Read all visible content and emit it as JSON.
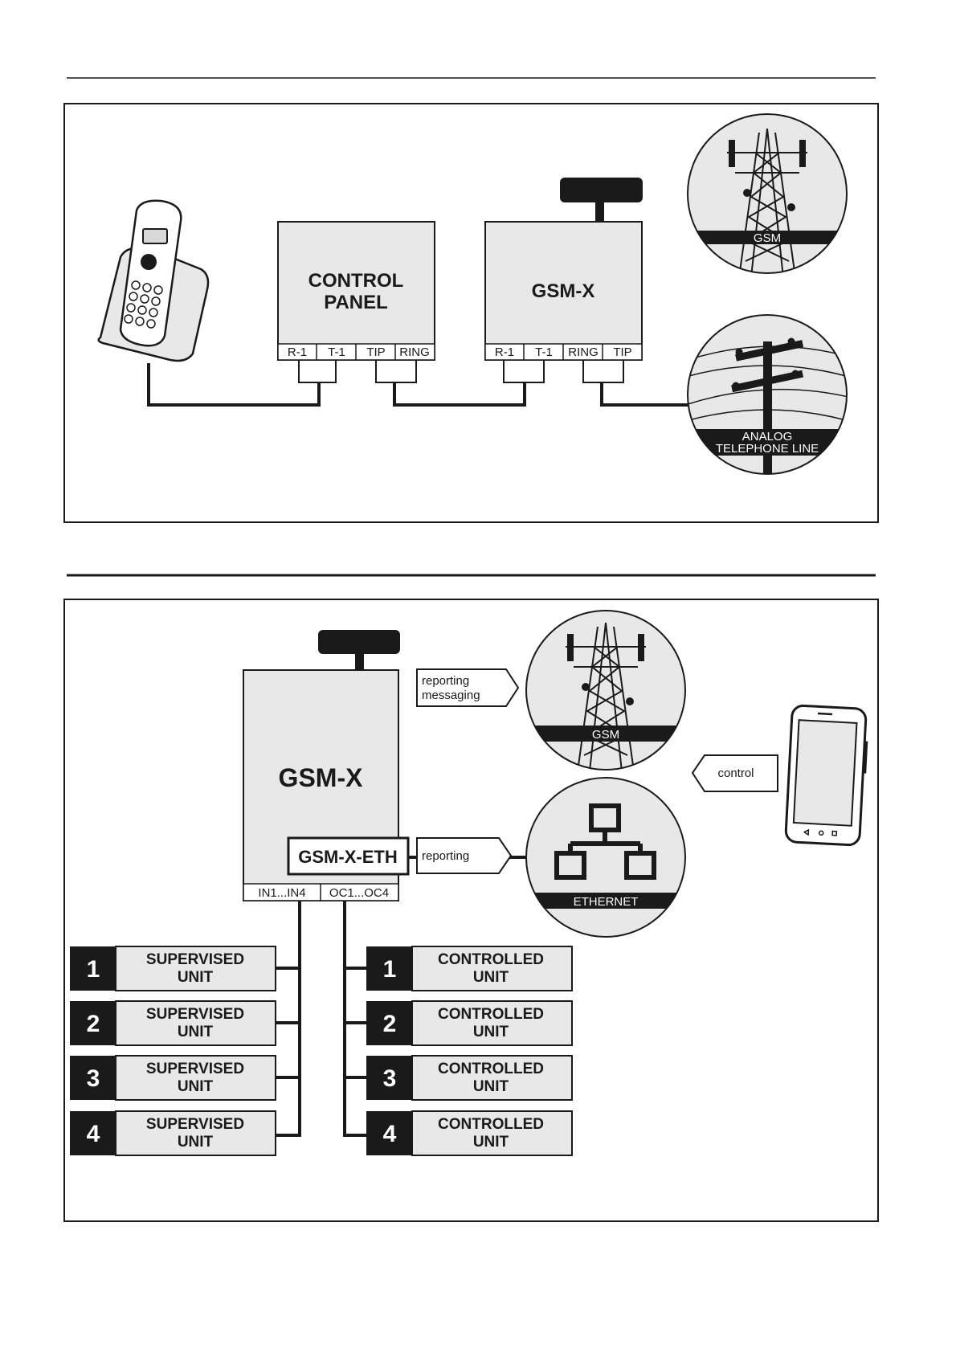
{
  "diagram1": {
    "control_panel": {
      "title_line1": "CONTROL",
      "title_line2": "PANEL",
      "terminals": [
        "R-1",
        "T-1",
        "TIP",
        "RING"
      ]
    },
    "gsm_module": {
      "title": "GSM-X",
      "terminals": [
        "R-1",
        "T-1",
        "RING",
        "TIP"
      ]
    },
    "gsm_network_label": "GSM",
    "analog_line_label_line1": "ANALOG",
    "analog_line_label_line2": "TELEPHONE LINE"
  },
  "diagram2": {
    "gsm_module": {
      "title": "GSM-X",
      "eth_module": "GSM-X-ETH",
      "inputs_label": "IN1...IN4",
      "outputs_label": "OC1...OC4"
    },
    "arrow_gsm_line1": "reporting",
    "arrow_gsm_line2": "messaging",
    "arrow_eth": "reporting",
    "arrow_control": "control",
    "gsm_network_label": "GSM",
    "ethernet_label": "ETHERNET",
    "supervised_units": [
      {
        "number": "1",
        "line1": "SUPERVISED",
        "line2": "UNIT"
      },
      {
        "number": "2",
        "line1": "SUPERVISED",
        "line2": "UNIT"
      },
      {
        "number": "3",
        "line1": "SUPERVISED",
        "line2": "UNIT"
      },
      {
        "number": "4",
        "line1": "SUPERVISED",
        "line2": "UNIT"
      }
    ],
    "controlled_units": [
      {
        "number": "1",
        "line1": "CONTROLLED",
        "line2": "UNIT"
      },
      {
        "number": "2",
        "line1": "CONTROLLED",
        "line2": "UNIT"
      },
      {
        "number": "3",
        "line1": "CONTROLLED",
        "line2": "UNIT"
      },
      {
        "number": "4",
        "line1": "CONTROLLED",
        "line2": "UNIT"
      }
    ]
  },
  "colors": {
    "module_fill": "#e8e8e8",
    "dark": "#1a1a1a",
    "line": "#1a1a1a"
  }
}
